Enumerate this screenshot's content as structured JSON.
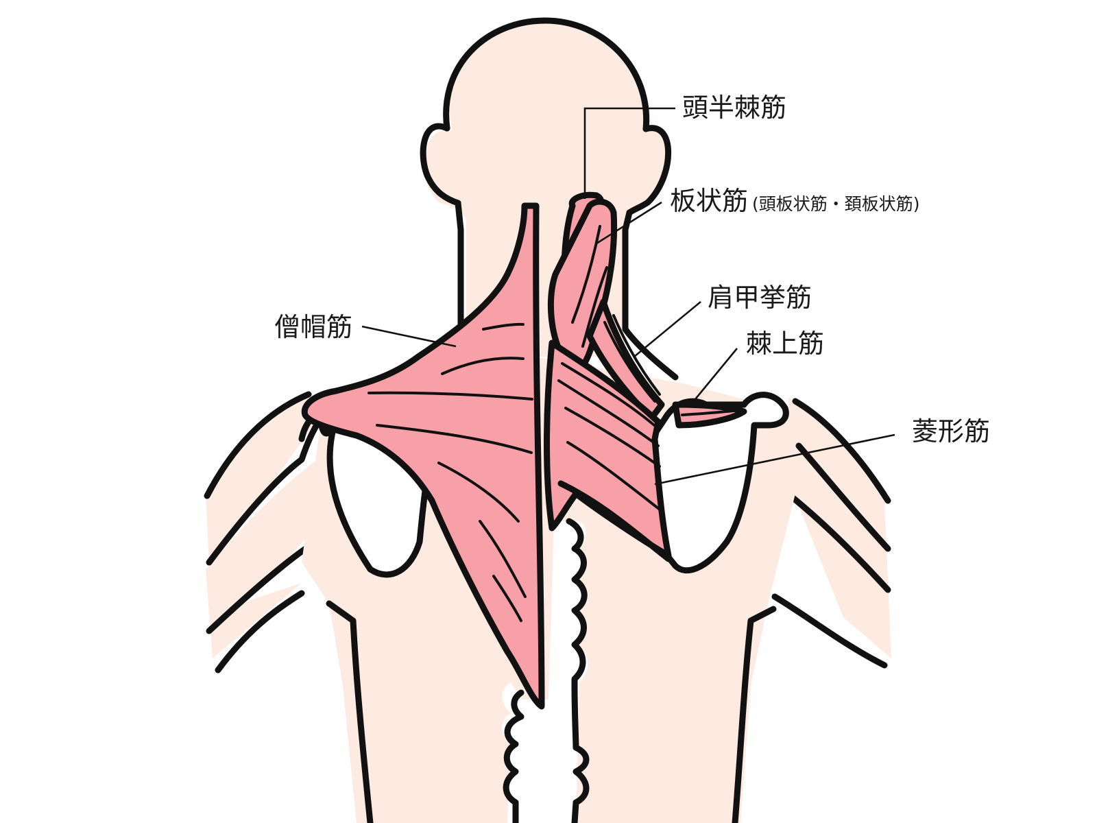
{
  "diagram": {
    "subject": "Back of neck and shoulders — muscle anatomy",
    "colors": {
      "skin": "#FDEAE0",
      "muscle": "#F7A0A8",
      "bone": "#FFFFFF",
      "outline": "#111111",
      "background": "#FFFFFF"
    },
    "labels": {
      "semispinalis_capitis": {
        "text": "頭半棘筋"
      },
      "splenius": {
        "text": "板状筋",
        "sub": "(頭板状筋・頚板状筋)"
      },
      "levator_scapulae": {
        "text": "肩甲挙筋"
      },
      "supraspinatus": {
        "text": "棘上筋"
      },
      "rhomboid": {
        "text": "菱形筋"
      },
      "trapezius": {
        "text": "僧帽筋"
      }
    }
  }
}
